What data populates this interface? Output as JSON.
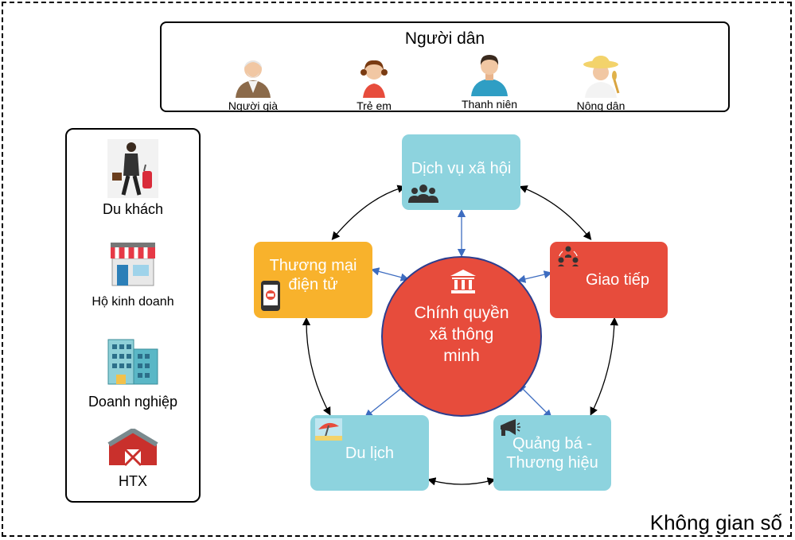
{
  "digital_space": {
    "label": "Không gian số"
  },
  "citizens": {
    "title": "Người dân",
    "groups": [
      {
        "label": "Người già",
        "icon": "elderly-man-icon"
      },
      {
        "label": "Trẻ em",
        "icon": "child-girl-icon"
      },
      {
        "label": "Thanh niên",
        "icon": "young-man-icon"
      },
      {
        "label": "Nông dân",
        "icon": "farmer-icon"
      }
    ]
  },
  "stakeholders": [
    {
      "label": "Du khách",
      "icon": "traveler-icon"
    },
    {
      "label": "Hộ kinh doanh",
      "icon": "shop-icon"
    },
    {
      "label": "Doanh nghiệp",
      "icon": "office-building-icon"
    },
    {
      "label": "HTX",
      "icon": "barn-icon"
    }
  ],
  "center": {
    "label": "Chính quyền xã thông minh",
    "icon": "government-building-icon"
  },
  "services": {
    "social": {
      "label": "Dịch vụ xã hội",
      "icon": "people-group-icon"
    },
    "communication": {
      "label": "Giao tiếp",
      "icon": "network-people-icon"
    },
    "ecommerce": {
      "label": "Thương mại điện tử",
      "icon": "mobile-shop-icon"
    },
    "tourism": {
      "label": "Du lịch",
      "icon": "beach-umbrella-icon"
    },
    "branding": {
      "label": "Quảng bá - Thương hiệu",
      "icon": "megaphone-icon"
    }
  },
  "colors": {
    "teal": "#8dd3de",
    "red": "#e74c3c",
    "orange": "#f8b22c",
    "spoke_arrow": "#3d6cc0",
    "ring_arrow": "#000000"
  }
}
